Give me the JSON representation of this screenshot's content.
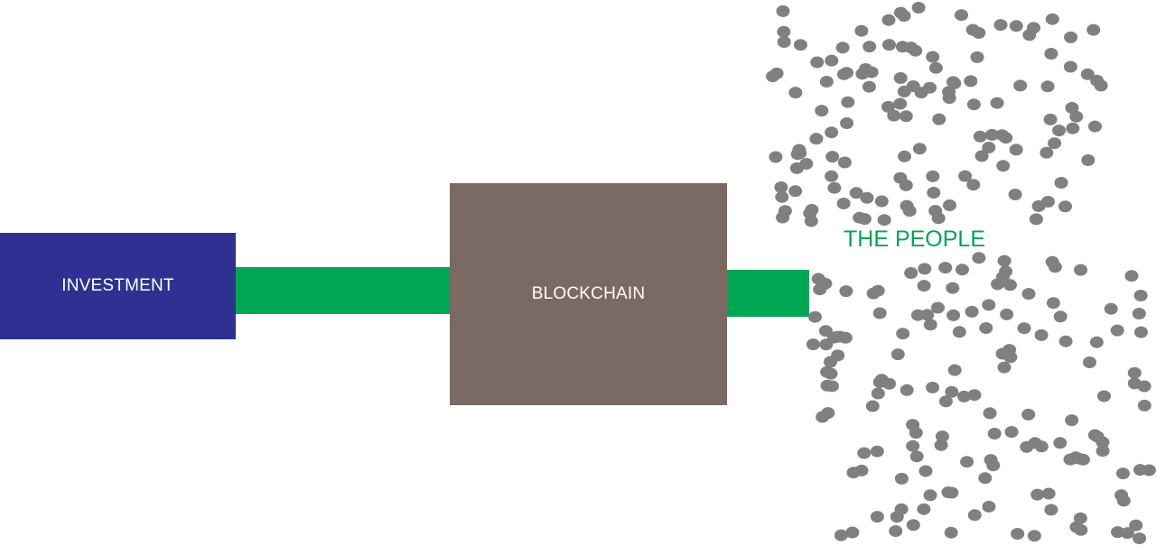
{
  "diagram": {
    "colors": {
      "investment": "#2e3192",
      "blockchain": "#7a6a63",
      "connector": "#00a651",
      "people_dots": "#808080",
      "people_label": "#00a651",
      "box_text": "#ffffff"
    },
    "nodes": {
      "investment": {
        "label": "INVESTMENT"
      },
      "blockchain": {
        "label": "BLOCKCHAIN"
      },
      "people": {
        "label": "THE PEOPLE"
      }
    },
    "edges": [
      {
        "from": "investment",
        "to": "blockchain"
      },
      {
        "from": "blockchain",
        "to": "people"
      }
    ]
  }
}
